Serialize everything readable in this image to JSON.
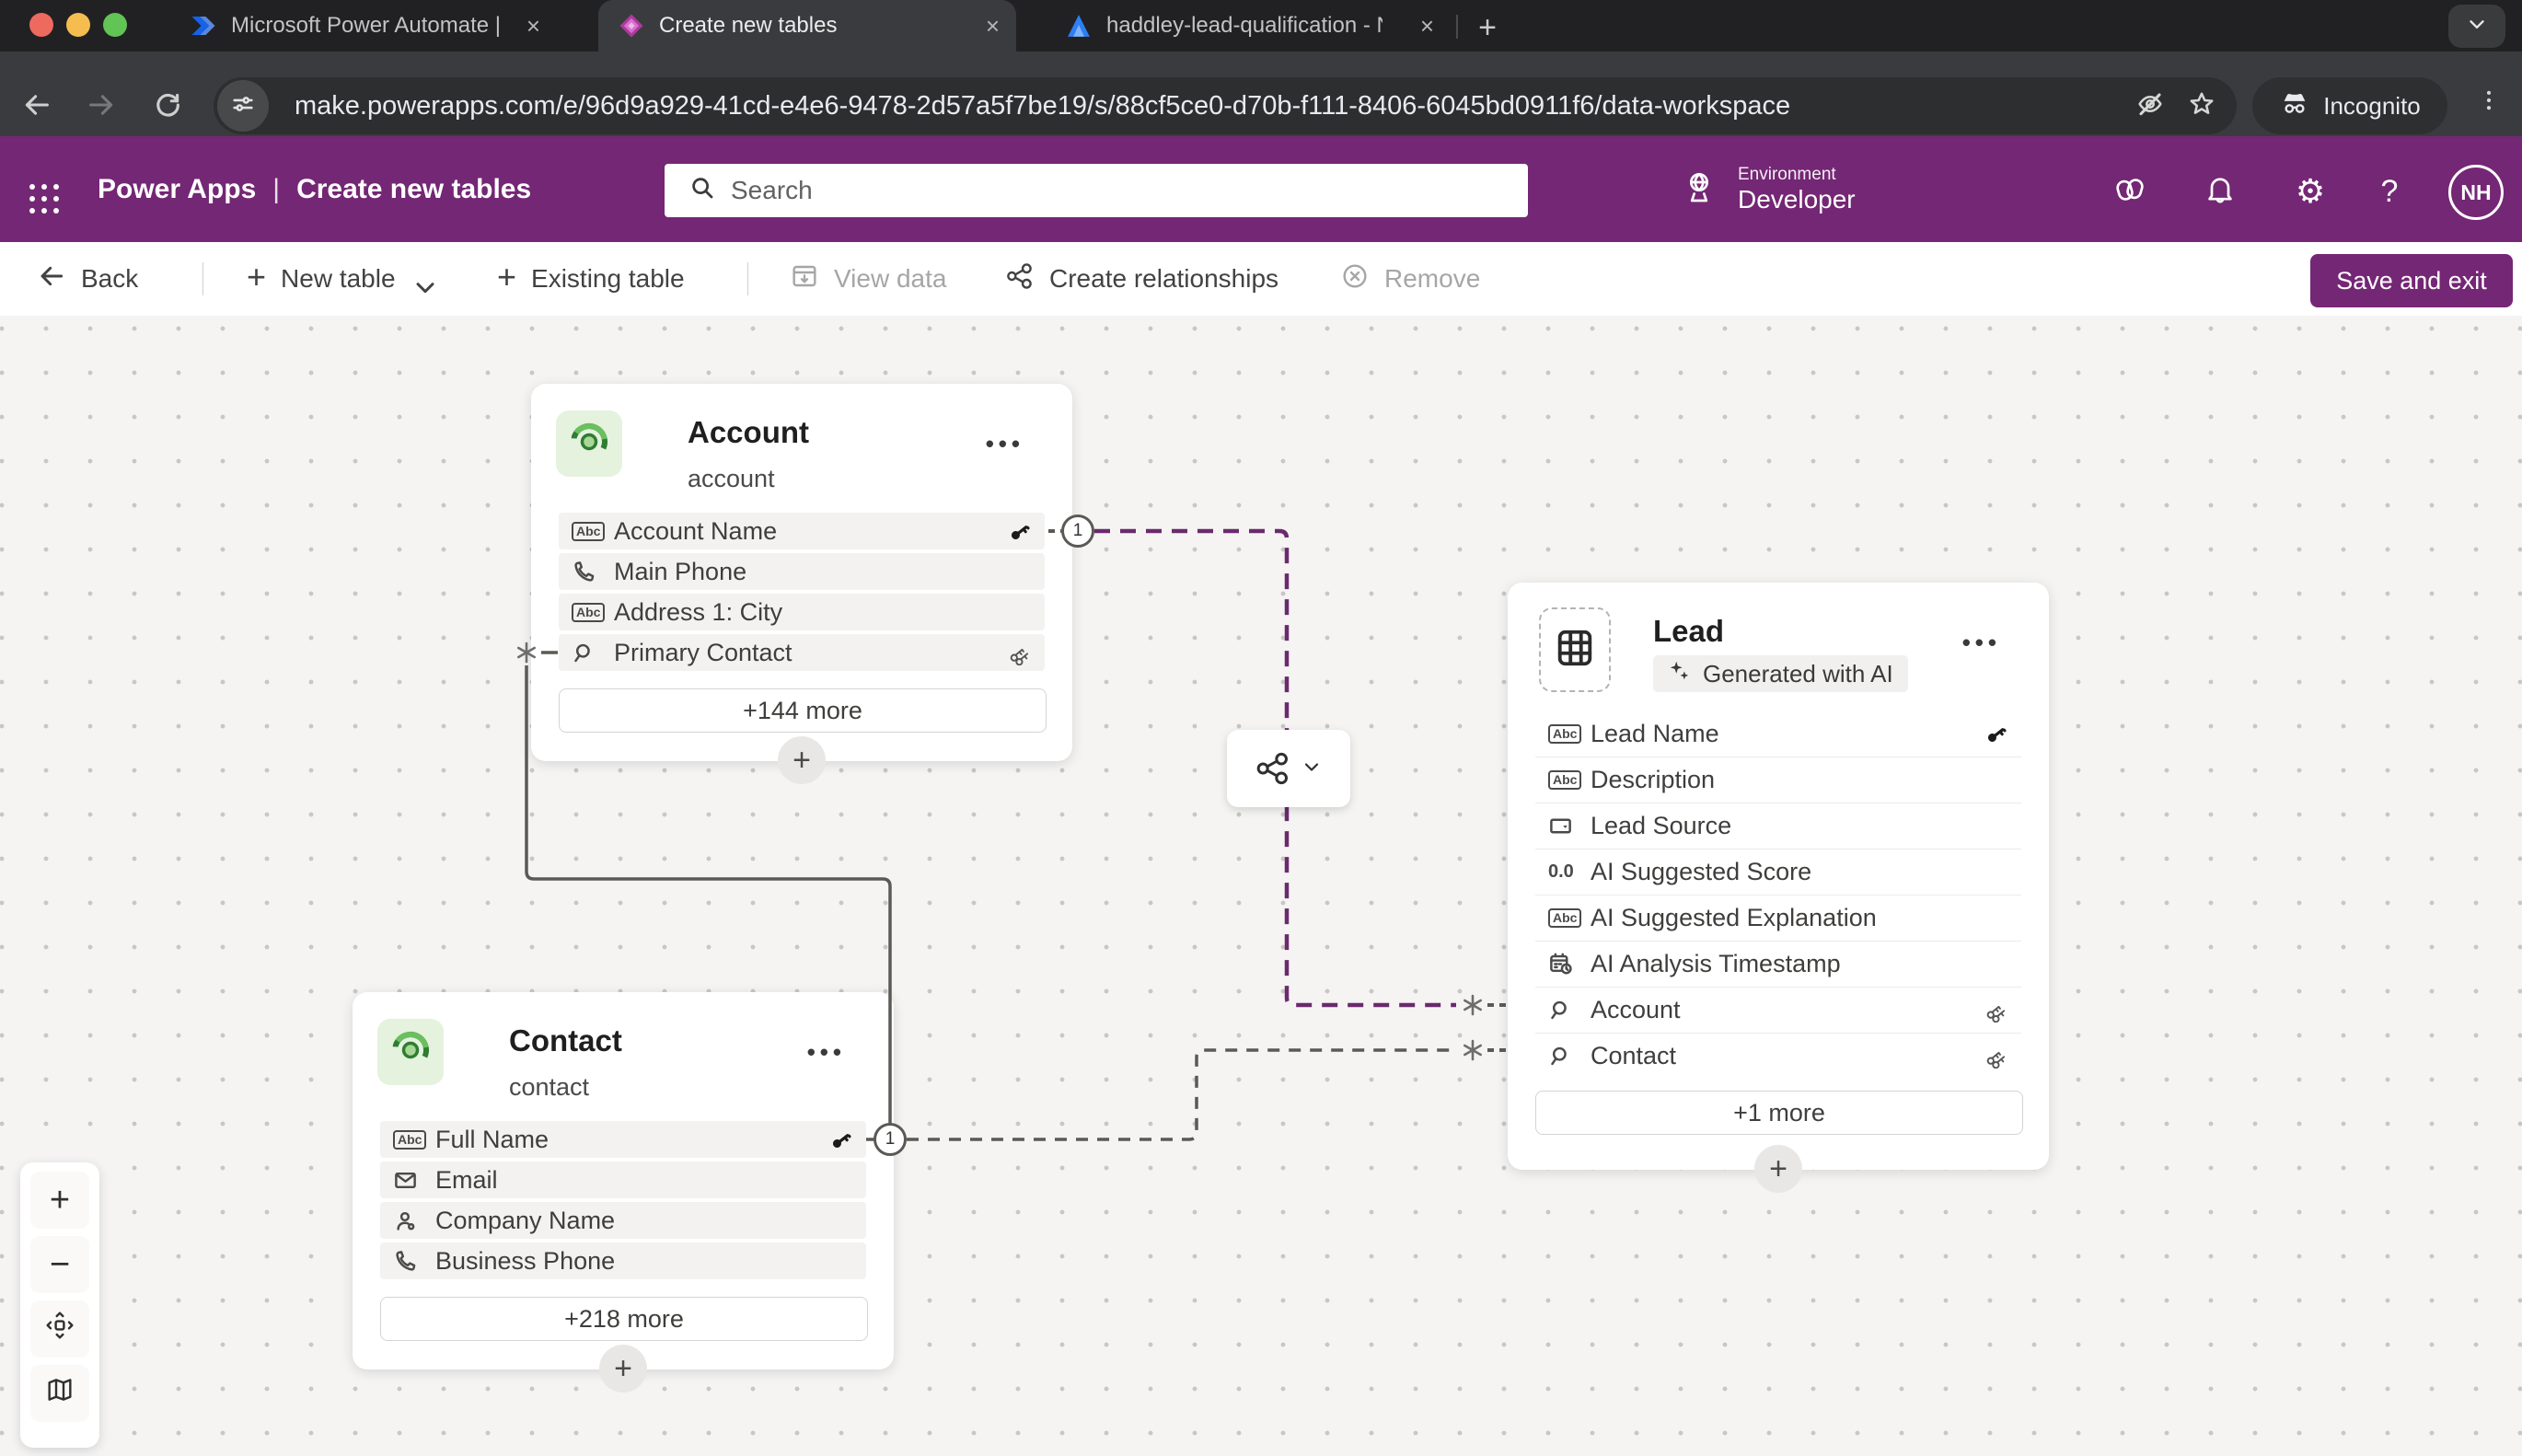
{
  "browser": {
    "tabs": [
      {
        "title": "Microsoft Power Automate | S",
        "icon": "flow-favicon"
      },
      {
        "title": "Create new tables",
        "icon": "pa-favicon"
      },
      {
        "title": "haddley-lead-qualification - N",
        "icon": "a-favicon"
      }
    ],
    "url": "make.powerapps.com/e/96d9a929-41cd-e4e6-9478-2d57a5f7be19/s/88cf5ce0-d70b-f111-8406-6045bd0911f6/data-workspace",
    "incognito_label": "Incognito"
  },
  "header": {
    "brand": "Power Apps",
    "divider": "|",
    "page_title": "Create new tables",
    "search_placeholder": "Search",
    "environment_label": "Environment",
    "environment_name": "Developer",
    "avatar_initials": "NH"
  },
  "command_bar": {
    "back": "Back",
    "new_table": "New table",
    "existing_table": "Existing table",
    "view_data": "View data",
    "create_relationships": "Create relationships",
    "remove": "Remove",
    "save_and_exit": "Save and exit"
  },
  "canvas": {
    "account": {
      "title": "Account",
      "subtitle": "account",
      "more": "+144 more",
      "rows": [
        {
          "label": "Account Name",
          "icon": "text",
          "right": "key"
        },
        {
          "label": "Main Phone",
          "icon": "phone"
        },
        {
          "label": "Address 1: City",
          "icon": "text"
        },
        {
          "label": "Primary Contact",
          "icon": "lookup",
          "right": "keys"
        }
      ]
    },
    "contact": {
      "title": "Contact",
      "subtitle": "contact",
      "more": "+218 more",
      "rows": [
        {
          "label": "Full Name",
          "icon": "text",
          "right": "key"
        },
        {
          "label": "Email",
          "icon": "email"
        },
        {
          "label": "Company Name",
          "icon": "person"
        },
        {
          "label": "Business Phone",
          "icon": "phone"
        }
      ]
    },
    "lead": {
      "title": "Lead",
      "badge": "Generated with AI",
      "more": "+1 more",
      "rows": [
        {
          "label": "Lead Name",
          "icon": "text",
          "right": "key"
        },
        {
          "label": "Description",
          "icon": "text"
        },
        {
          "label": "Lead Source",
          "icon": "choice"
        },
        {
          "label": "AI Suggested Score",
          "icon": "number"
        },
        {
          "label": "AI Suggested Explanation",
          "icon": "text"
        },
        {
          "label": "AI Analysis Timestamp",
          "icon": "datetime"
        },
        {
          "label": "Account",
          "icon": "lookup",
          "right": "keys"
        },
        {
          "label": "Contact",
          "icon": "lookup",
          "right": "keys"
        }
      ]
    },
    "connectors": {
      "one_badge": "1"
    }
  },
  "zoom_controls": {
    "zoom_in": "+",
    "zoom_out": "−"
  },
  "colors": {
    "brand_purple": "#742774",
    "dashed_purple": "#6b2a6d",
    "line_gray": "#5b5955",
    "canvas_bg": "#f5f4f3",
    "row_bg": "#f3f2f1"
  }
}
